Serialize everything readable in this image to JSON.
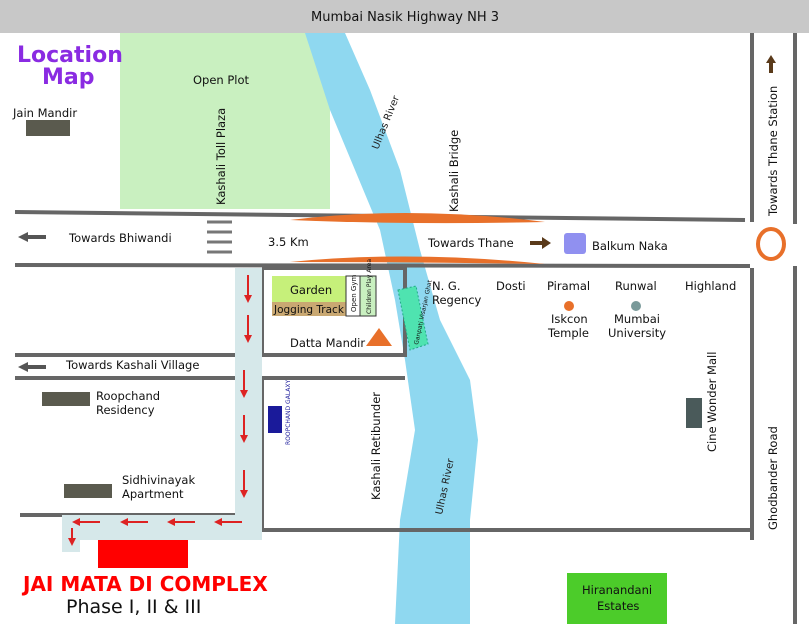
{
  "header": {
    "title": "Mumbai Nasik Highway NH 3"
  },
  "legend": {
    "line1": "Location",
    "line2": "Map",
    "color": "#8a2be2"
  },
  "roads": {
    "towards_bhiwandi": "Towards Bhiwandi",
    "towards_thane": "Towards Thane",
    "distance": "3.5 Km",
    "towards_kashali_village": "Towards Kashali Village",
    "towards_thane_station": "Towards Thane Station",
    "kashali_toll_plaza": "Kashali Toll Plaza",
    "kashali_bridge": "Kashali Bridge",
    "kashali_retibunder": "Kashali Retibunder",
    "ghodbander_road": "Ghodbander Road"
  },
  "river": {
    "name_top": "Ulhas River",
    "name_bottom": "Ulhas River",
    "color": "#8fd8f0"
  },
  "landmarks": {
    "open_plot": "Open Plot",
    "jain_mandir": "Jain Mandir",
    "balkum_naka": "Balkum Naka",
    "garden": "Garden",
    "jogging_track": "Jogging Track",
    "open_gym": "Open Gym",
    "children_play_area": "Children Play Area",
    "ganpati_ghat": "Ganpati Visarjan Ghat",
    "datta_mandir": "Datta Mandir",
    "ng_regency_1": "N. G.",
    "ng_regency_2": "Regency",
    "dosti": "Dosti",
    "piramal": "Piramal",
    "runwal": "Runwal",
    "highland": "Highland",
    "iskcon_1": "Iskcon",
    "iskcon_2": "Temple",
    "mumbai_univ_1": "Mumbai",
    "mumbai_univ_2": "University",
    "roopchand_residency_1": "Roopchand",
    "roopchand_residency_2": "Residency",
    "roopchand_galaxy": "ROOPCHAND GALAXY",
    "sidhivinayak_1": "Sidhivinayak",
    "sidhivinayak_2": "Apartment",
    "cine_wonder_mall": "Cine Wonder Mall",
    "hiranandani_1": "Hiranandani",
    "hiranandani_2": "Estates"
  },
  "project": {
    "name": "JAI MATA DI COMPLEX",
    "phase": "Phase I, II & III",
    "color": "#ff0000"
  }
}
